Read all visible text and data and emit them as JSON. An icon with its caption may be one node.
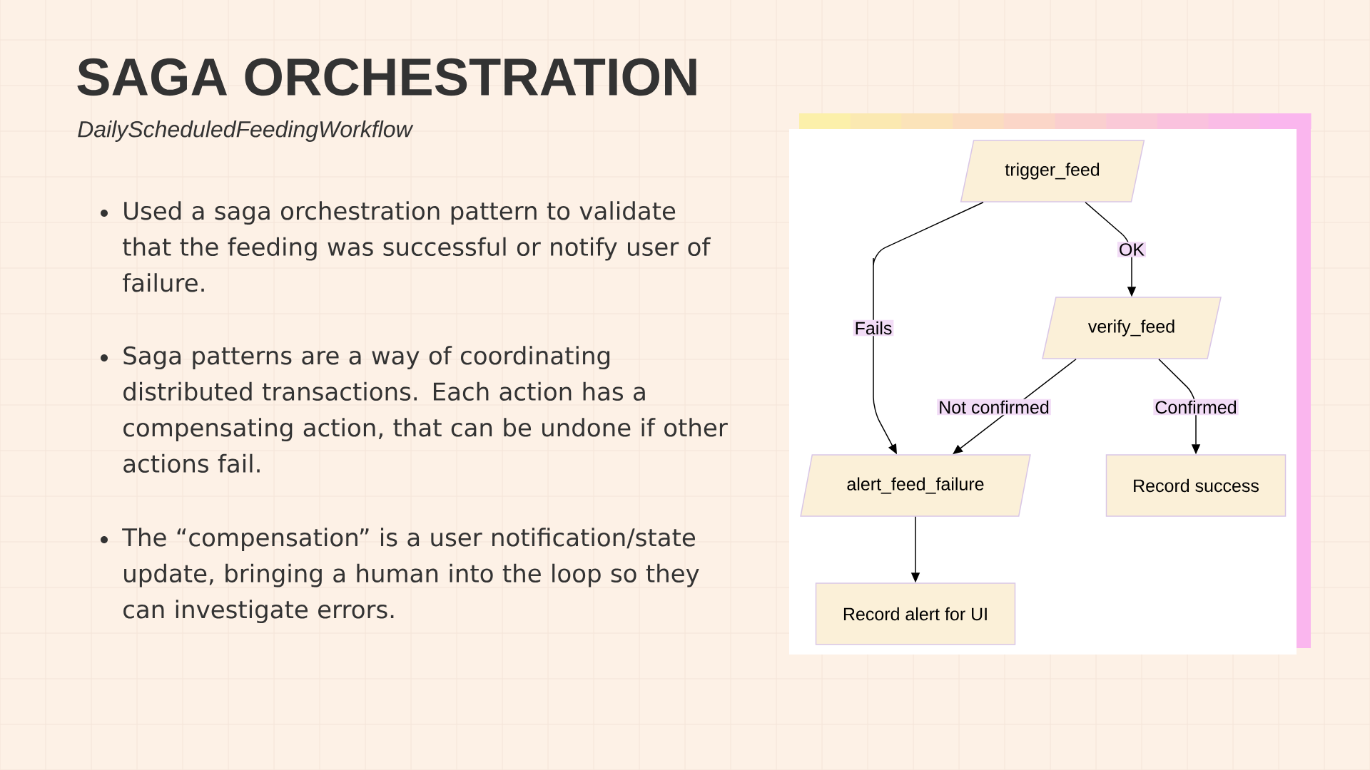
{
  "diagram": {
    "title": "SAGA ORCHESTRATION",
    "nodes": [
      {
        "text": [
          "trigger_feed"
        ]
      },
      {
        "text": [
          "verify_feed"
        ]
      },
      {
        "text": [
          "alert_feed_failure"
        ]
      },
      {
        "text": [
          "Record success"
        ]
      },
      {
        "text": [
          "Record alert for UI"
        ]
      }
    ],
    "edges": [
      {
        "from": 0,
        "to": 2,
        "arrow": "to",
        "label": "Fails"
      },
      {
        "from": 0,
        "to": 1,
        "arrow": "to",
        "label": "OK"
      },
      {
        "from": 1,
        "to": 2,
        "arrow": "to",
        "label": "Not confirmed"
      },
      {
        "from": 1,
        "to": 3,
        "arrow": "to",
        "label": "Confirmed"
      },
      {
        "from": 2,
        "to": 4,
        "arrow": "to"
      }
    ],
    "labels": [
      "DailyScheduledFeedingWorkflow",
      "Used a saga orchestration pattern to validate that the feeding was successful or notify user of failure.",
      "Saga patterns are a way of coordinating distributed transactions. Each action has a compensating action, that can be undone if other actions fail.",
      "The “compensation” is a user notification/state update, bringing a human into the loop so they can investigate errors."
    ]
  }
}
